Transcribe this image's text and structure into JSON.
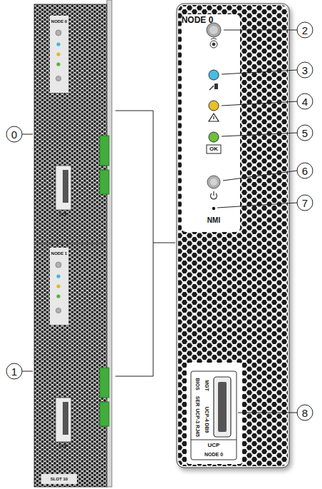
{
  "diagram": {
    "labels": [
      "0",
      "1",
      "2",
      "3",
      "4",
      "5",
      "6",
      "7",
      "8",
      "NODE 0",
      "UCP",
      "NODE 1",
      "UCP",
      "SLOT 10",
      "NODE 0",
      "OK",
      "NMI",
      "BIOS",
      "SER",
      "MGT",
      "UCP-3 RJ45",
      "UCP-4 DB9",
      "UCP",
      "NODE 0"
    ]
  }
}
